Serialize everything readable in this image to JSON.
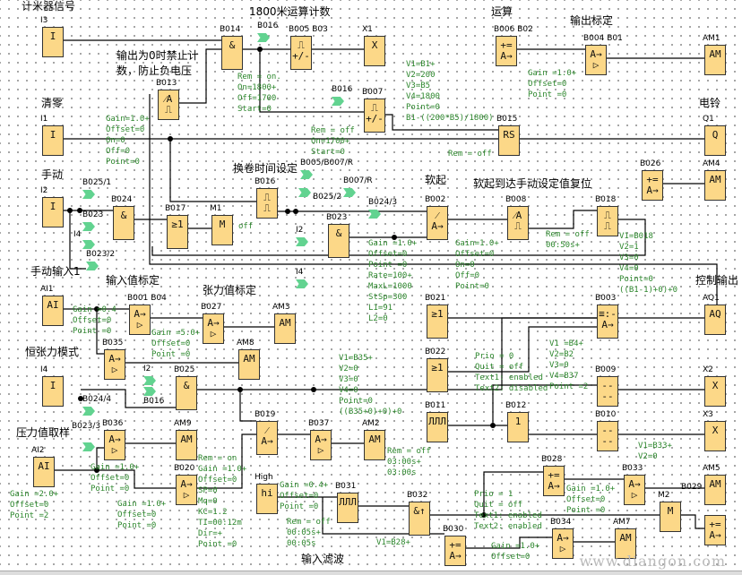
{
  "titles": [
    "计米器信号",
    "1800米运算计数",
    "输出为0时禁止计",
    "数，防止负电压",
    "清零",
    "手动",
    "手动输入1",
    "输入值标定",
    "张力值标定",
    "恒张力模式",
    "压力值取样",
    "换卷时间设定",
    "软起",
    "软起到达手动设定值复位",
    "运算",
    "输出标定",
    "电铃",
    "控制输出",
    "输入滤波"
  ],
  "blocks": [
    {
      "id": "I3",
      "symbol": "I"
    },
    {
      "id": "I1",
      "symbol": "I"
    },
    {
      "id": "I2",
      "symbol": "I"
    },
    {
      "id": "AI1",
      "symbol": "AI"
    },
    {
      "id": "I4",
      "symbol": "I"
    },
    {
      "id": "AI2",
      "symbol": "AI"
    },
    {
      "id": "B014",
      "symbol": "&"
    },
    {
      "id": "B013",
      "symbol": "⁄A\n⎍"
    },
    {
      "id": "B005 B03",
      "symbol": "⎍\n+/-"
    },
    {
      "id": "X1",
      "symbol": "X"
    },
    {
      "id": "B007",
      "symbol": "⎍\n+/-"
    },
    {
      "id": "B006 B02",
      "symbol": "+=\nA→"
    },
    {
      "id": "B004 B01",
      "symbol": "A→\n▷"
    },
    {
      "id": "AM1",
      "symbol": "AM"
    },
    {
      "id": "B015",
      "symbol": "RS"
    },
    {
      "id": "Q1",
      "symbol": "Q"
    },
    {
      "id": "B026",
      "symbol": "+=\nA→"
    },
    {
      "id": "AM4",
      "symbol": "AM"
    },
    {
      "id": "B024",
      "symbol": "&"
    },
    {
      "id": "B017",
      "symbol": "≥1"
    },
    {
      "id": "M1",
      "symbol": "M"
    },
    {
      "id": "B016",
      "symbol": "⎍\n⎍"
    },
    {
      "id": "B023",
      "symbol": "&"
    },
    {
      "id": "B002",
      "symbol": "⁄\nA→"
    },
    {
      "id": "B008",
      "symbol": "⁄A\n⎍"
    },
    {
      "id": "B018",
      "symbol": "⎍\n⎍"
    },
    {
      "id": "B001 B04",
      "symbol": "A→\n▷"
    },
    {
      "id": "B027",
      "symbol": "A→\n▷"
    },
    {
      "id": "AM3",
      "symbol": "AM"
    },
    {
      "id": "B035",
      "symbol": "A→\n▷"
    },
    {
      "id": "AM8",
      "symbol": "AM"
    },
    {
      "id": "B025",
      "symbol": "&"
    },
    {
      "id": "B021",
      "symbol": "≥1"
    },
    {
      "id": "B003",
      "symbol": "≡:-\nA→"
    },
    {
      "id": "AQ1",
      "symbol": "AQ"
    },
    {
      "id": "B022",
      "symbol": "≥1"
    },
    {
      "id": "B009",
      "symbol": "--\n--"
    },
    {
      "id": "X2",
      "symbol": "X"
    },
    {
      "id": "B011",
      "symbol": "ЛЛЛ"
    },
    {
      "id": "B012",
      "symbol": "1"
    },
    {
      "id": "B010",
      "symbol": "--\n--"
    },
    {
      "id": "X3",
      "symbol": "X"
    },
    {
      "id": "B036",
      "symbol": "A→\n▷"
    },
    {
      "id": "AM9",
      "symbol": "AM"
    },
    {
      "id": "B019",
      "symbol": "⁄\nA→"
    },
    {
      "id": "B037",
      "symbol": "A→\n▷"
    },
    {
      "id": "AM2",
      "symbol": "AM"
    },
    {
      "id": "B020",
      "symbol": "A→\n▷"
    },
    {
      "id": "High",
      "symbol": "hi"
    },
    {
      "id": "B031",
      "symbol": "ЛЛЛ"
    },
    {
      "id": "B032",
      "symbol": "&↑"
    },
    {
      "id": "B028",
      "symbol": "+=\nA→"
    },
    {
      "id": "B033",
      "symbol": "A→\n▷"
    },
    {
      "id": "AM5",
      "symbol": "AM"
    },
    {
      "id": "M2",
      "symbol": "M"
    },
    {
      "id": "B029",
      "symbol": "+=\nA→"
    },
    {
      "id": "B030",
      "symbol": "+=\nA→"
    },
    {
      "id": "B034",
      "symbol": "A→\n▷"
    },
    {
      "id": "AM7",
      "symbol": "AM"
    }
  ],
  "params": [
    [
      "Rem = on.",
      "On=1800+",
      "Off=1700",
      "Start=0"
    ],
    [
      "Gain=1.0+",
      "Offset=0",
      "On=0",
      "Off=0",
      "Point=0"
    ],
    [
      "Rem = off",
      "On=1700+",
      "Start=0"
    ],
    [
      "V1=B1+",
      "V2=200",
      "V3=B5",
      "V4=1800",
      "Point=0",
      "B1-((200*B5)/1800)"
    ],
    [
      "Rem = off"
    ],
    [
      "Gain =1.0+",
      "Offset=0",
      "Point =0"
    ],
    [
      "V1=B018",
      "V2=1",
      "V3=0",
      "V4=0",
      "Point=0",
      "((B1-1)+0)+0"
    ],
    [
      "Rem = off",
      "00:50s+"
    ],
    [
      "Gain =1.0+",
      "Offset=0",
      "Point =0",
      "Rate=100+",
      "MaxL=1000",
      "StSp=300",
      "L1=91",
      "L2=0"
    ],
    [
      "Gain=1.0+",
      "Offset=0",
      "On=0",
      "Off=0",
      "Point=0"
    ],
    [
      "V1 =B4+",
      "V2=B2",
      "V3=0",
      "V4=B37",
      "Point =2"
    ],
    [
      "Gain =0.4",
      "Offset=0",
      "Point =0"
    ],
    [
      "Gain =5.0+",
      "Offset=0",
      "Point =0"
    ],
    [
      "Gain =1.0+",
      "Offset=0",
      "Point =0"
    ],
    [
      "Gain =2.0+",
      "Offset=0",
      "Point =2"
    ],
    [
      "Gain =1.0+",
      "Offset=0",
      "Point =0"
    ],
    [
      "Rem = on",
      "Gain =1.0+",
      "Offset=0",
      "SP=0",
      "Mq=0",
      "KC=1.2",
      "TI=00:12m",
      "Dir=+",
      "Point =0"
    ],
    [
      "Gain =0.4+",
      "Offset=0",
      "Point =0"
    ],
    [
      "Rem = off",
      "00:05s+",
      "00:05s"
    ],
    [
      "Rem = off",
      "03:00s+",
      "03:00s"
    ],
    [
      "Prio = 0",
      "Quit = off",
      "Text1: enabled",
      "Text2: disabled"
    ],
    [
      "Prio = 1",
      "Quit = off",
      "Text1: enabled",
      "Text2: enabled"
    ],
    [
      "V1=B35+",
      "V2=0",
      "V3=0",
      "V4=0",
      "Point=0",
      "((B35+0)+0)+0"
    ],
    [
      "Gain =1.0+",
      "Offset=0",
      "Point =0"
    ],
    [
      "V1=B33+",
      "V2=0"
    ],
    [
      "V1=B28+"
    ],
    [
      "Gain =1.0+",
      "Offset=0"
    ],
    [
      "off"
    ]
  ],
  "flags": [
    "B016",
    "B016",
    "B025/1",
    "B023",
    "I4",
    "B023/2",
    "B005/B007/R",
    "B025/2",
    "B007/R",
    "B024/3",
    "I2",
    "I4",
    "B024/4",
    "B023/3",
    "I2",
    "B016"
  ],
  "watermark": "www.diangon.com",
  "colors": {
    "block_fill": "#fcd888",
    "param_text": "#2c862c",
    "connector": "#62d390"
  }
}
